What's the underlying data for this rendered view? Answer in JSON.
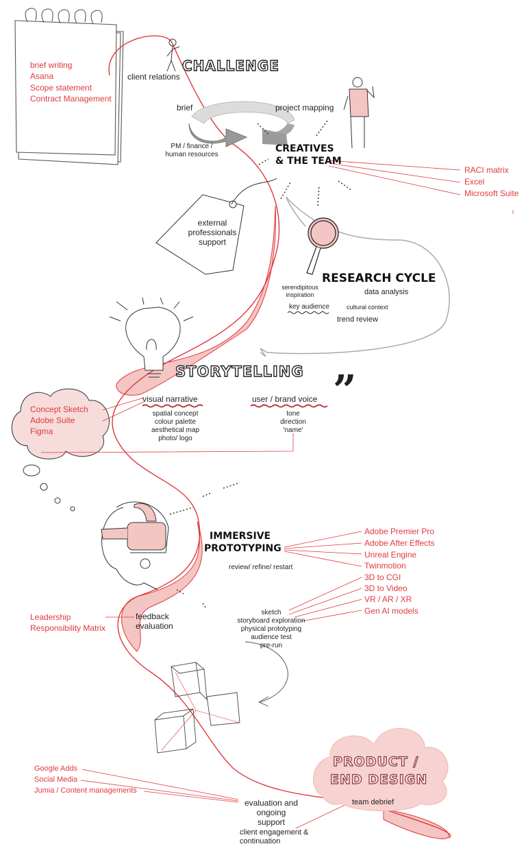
{
  "notebook": {
    "items": [
      "brief writing",
      "Asana",
      "Scope statement",
      "Contract Management"
    ]
  },
  "challenge": {
    "title": "CHALLENGE",
    "client_relations": "client relations",
    "brief": "brief",
    "project_mapping": "project mapping",
    "pm_lines": [
      "PM / finance /",
      "human resources"
    ]
  },
  "team": {
    "title_lines": [
      "CREATIVES",
      "& THE TEAM"
    ],
    "tools": [
      "RACI matrix",
      "Excel",
      "Microsoft Suite"
    ],
    "tick": "t"
  },
  "external": {
    "lines": [
      "external",
      "professionals",
      "support"
    ]
  },
  "research": {
    "title": "RESEARCH CYCLE",
    "serendipitous": [
      "serendipitous",
      "inspiration"
    ],
    "data_analysis": "data analysis",
    "key_audience": "key audience",
    "cultural_context": "cultural context",
    "trend_review": "trend review"
  },
  "storytelling": {
    "title": "STORYTELLING",
    "visual_narrative": "visual narrative",
    "visual_items": [
      "spatial concept",
      "colour palette",
      "aesthetical map",
      "photo/ logo"
    ],
    "brand_voice": "user / brand voice",
    "voice_items": [
      "tone",
      "direction",
      "'name'"
    ],
    "cloud_tools": [
      "Concept Sketch",
      "Adobe Suite",
      "Figma"
    ]
  },
  "prototyping": {
    "title_lines": [
      "IMMERSIVE",
      "PROTOTYPING"
    ],
    "review": "review/ refine/ restart",
    "tools": [
      "Adobe Premier Pro",
      "Adobe After Effects",
      "Unreal Engine",
      "Twinmotion",
      "3D to CGI",
      "3D to Video",
      "VR / AR / XR",
      "Gen AI models"
    ],
    "steps": [
      "sketch",
      "storyboard exploration",
      "physical prototyping",
      "audience test",
      "pre-run"
    ],
    "feedback_lines": [
      "feedback",
      "evaluation"
    ],
    "leadership_lines": [
      "Leadership",
      "Responsibility Matrix"
    ]
  },
  "product": {
    "title_lines": [
      "PRODUCT /",
      "END DESIGN"
    ],
    "team_debrief": "team debrief",
    "evaluation_lines": [
      "evaluation and",
      "ongoing",
      "support"
    ],
    "client_lines": [
      "client engagement &",
      "continuation"
    ],
    "marketing_tools": [
      "Google Adds",
      "Social Media",
      "Jumia / Content managements"
    ]
  },
  "colors": {
    "accent_red": "#e0383c",
    "pink_fill": "#f3c6c4",
    "ink": "#222222"
  }
}
